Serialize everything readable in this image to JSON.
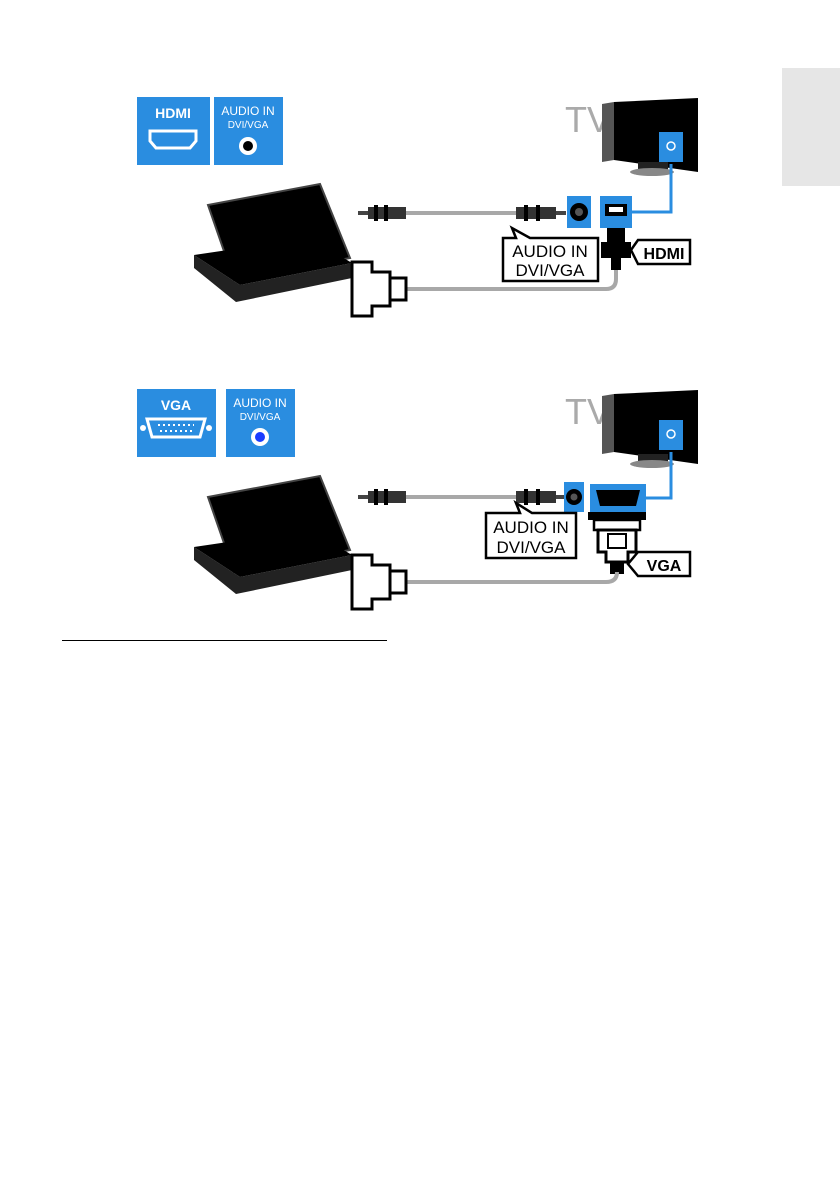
{
  "colors": {
    "accent": "#2a8de0",
    "cable": "#a8a8a8",
    "device": "#000000",
    "side_tab": "#e6e6e6"
  },
  "diagrams": [
    {
      "tv_label": "TV",
      "icon1_label": "HDMI",
      "icon1_type": "hdmi-icon",
      "icon2_label_line1": "AUDIO IN",
      "icon2_label_line2": "DVI/VGA",
      "callout_audio_line1": "AUDIO IN",
      "callout_audio_line2": "DVI/VGA",
      "callout_video": "HDMI"
    },
    {
      "tv_label": "TV",
      "icon1_label": "VGA",
      "icon1_type": "vga-icon",
      "icon2_label_line1": "AUDIO IN",
      "icon2_label_line2": "DVI/VGA",
      "callout_audio_line1": "AUDIO IN",
      "callout_audio_line2": "DVI/VGA",
      "callout_video": "VGA"
    }
  ]
}
